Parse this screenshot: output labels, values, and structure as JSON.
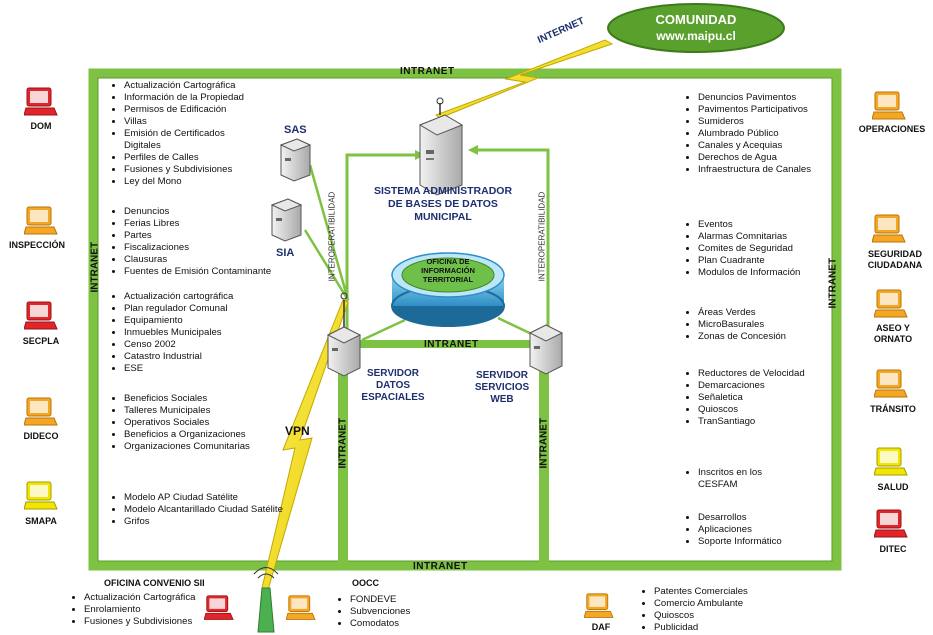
{
  "colors": {
    "frame": "#7dc242",
    "frame_dark": "#5a9a2a",
    "community": "#5aa02c",
    "blue_text": "#1f2f6e",
    "pc_orange": "#f5a623",
    "pc_red": "#e0262b",
    "pc_yellow": "#f2e600"
  },
  "community": {
    "line1": "COMUNIDAD",
    "line2": "www.maipu.cl"
  },
  "labels": {
    "internet": "INTERNET",
    "intranet": "INTRANET",
    "vpn": "VPN",
    "interop": "INTEROPERATIBILIDAD",
    "sas": "SAS",
    "sia": "SIA",
    "central_db": [
      "SISTEMA ADMINISTRADOR",
      "DE BASES DE DATOS",
      "MUNICIPAL"
    ],
    "oficina": [
      "OFICINA DE",
      "INFORMACIÓN",
      "TERRITORIAL"
    ],
    "servidor_datos": [
      "SERVIDOR",
      "DATOS",
      "ESPACIALES"
    ],
    "servidor_web": [
      "SERVIDOR",
      "SERVICIOS",
      "WEB"
    ]
  },
  "left_depts": [
    {
      "name": "DOM",
      "icon": "red-computer-icon",
      "items": [
        "Actualización Cartográfica",
        "Información de la Propiedad",
        "Permisos de Edificación",
        "Villas",
        "Emisión de Certificados",
        "Digitales",
        "Perfiles de Calles",
        "Fusiones y Subdivisiones",
        "Ley del Mono"
      ]
    },
    {
      "name": "INSPECCIÓN",
      "icon": "orange-computer-icon",
      "items": [
        "Denuncios",
        "Ferias Libres",
        "Partes",
        "Fiscalizaciones",
        "Clausuras",
        "Fuentes de Emisión Contaminante"
      ]
    },
    {
      "name": "SECPLA",
      "icon": "red-computer-icon",
      "items": [
        "Actualización cartográfica",
        "Plan regulador Comunal",
        "Equipamiento",
        "Inmuebles Municipales",
        "Censo 2002",
        "Catastro Industrial",
        "ESE"
      ]
    },
    {
      "name": "DIDECO",
      "icon": "orange-computer-icon",
      "items": [
        "Beneficios Sociales",
        "Talleres Municipales",
        "Operativos Sociales",
        "Beneficios a Organizaciones",
        "Organizaciones Comunitarias"
      ]
    },
    {
      "name": "SMAPA",
      "icon": "yellow-computer-icon",
      "items": [
        "Modelo AP Ciudad Satélite",
        "Modelo Alcantarillado Ciudad Satélite",
        "Grifos"
      ]
    }
  ],
  "right_depts": [
    {
      "name": "OPERACIONES",
      "icon": "orange-computer-icon",
      "items": [
        "Denuncios Pavimentos",
        "Pavimentos Participativos",
        "Sumideros",
        "Alumbrado Público",
        "Canales y Acequias",
        "Derechos de Agua",
        "Infraestructura de Canales"
      ]
    },
    {
      "name": "SEGURIDAD CIUDADANA",
      "icon": "orange-computer-icon",
      "items": [
        "Eventos",
        "Alarmas Comnitarias",
        "Comites de Seguridad",
        "Plan Cuadrante",
        "Modulos de Información"
      ]
    },
    {
      "name": "ASEO Y ORNATO",
      "icon": "orange-computer-icon",
      "items": [
        "Áreas Verdes",
        "MicroBasurales",
        "Zonas de Concesión"
      ]
    },
    {
      "name": "TRÁNSITO",
      "icon": "orange-computer-icon",
      "items": [
        "Reductores de Velocidad",
        "Demarcaciones",
        "Señaletica",
        "Quioscos",
        "TranSantiago"
      ]
    },
    {
      "name": "SALUD",
      "icon": "yellow-computer-icon",
      "items": [
        "Inscritos en los",
        "CESFAM"
      ]
    },
    {
      "name": "DITEC",
      "icon": "red-computer-icon",
      "items": [
        "Desarrollos",
        "Aplicaciones",
        "Soporte Informático"
      ]
    }
  ],
  "bottom_depts": [
    {
      "name": "OFICINA CONVENIO SII",
      "icon": "red-computer-icon",
      "items": [
        "Actualización Cartográfica",
        "Enrolamiento",
        "Fusiones y Subdivisiones"
      ]
    },
    {
      "name": "OOCC",
      "icon": "orange-computer-icon",
      "items": [
        "FONDEVE",
        "Subvenciones",
        "Comodatos"
      ]
    },
    {
      "name": "DAF",
      "icon": "orange-computer-icon",
      "items": [
        "Patentes Comerciales",
        "Comercio Ambulante",
        "Quioscos",
        "Publicidad"
      ]
    }
  ]
}
